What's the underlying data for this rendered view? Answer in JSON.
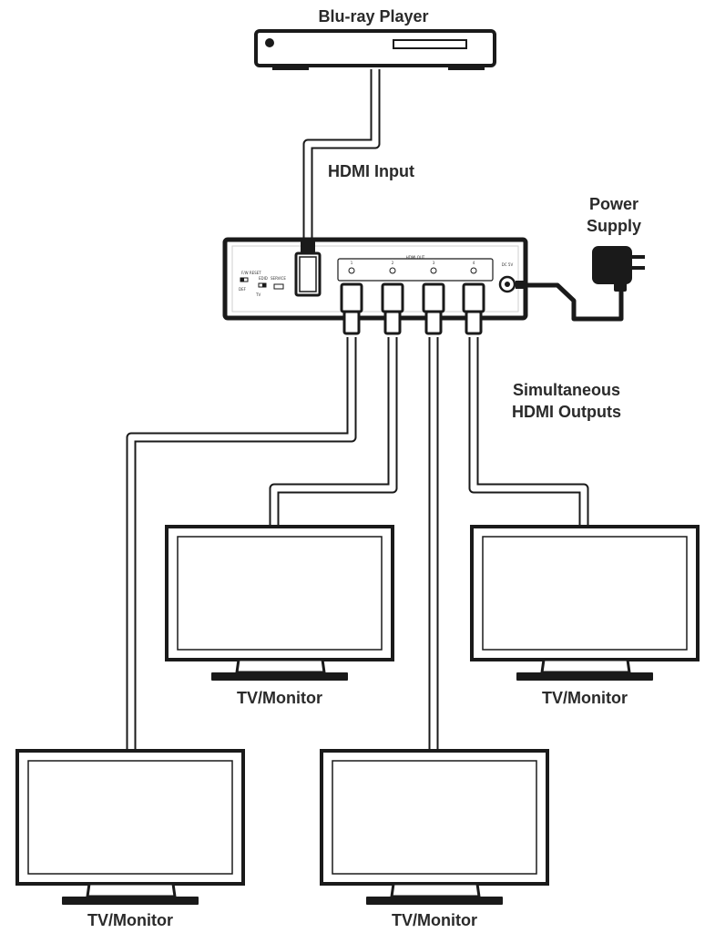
{
  "labels": {
    "source": "Blu-ray Player",
    "input": "HDMI Input",
    "power_line1": "Power",
    "power_line2": "Supply",
    "outputs_line1": "Simultaneous",
    "outputs_line2": "HDMI Outputs",
    "tv1": "TV/Monitor",
    "tv2": "TV/Monitor",
    "tv3": "TV/Monitor",
    "tv4": "TV/Monitor"
  },
  "splitter": {
    "hdmi_out": "HDMI OUT",
    "ports": [
      "1",
      "2",
      "3",
      "4"
    ],
    "dc": "DC 5V",
    "fw_reset": "F/W RESET",
    "edid": "EDID",
    "service": "SERVICE",
    "mode_a": "DEF",
    "mode_b": "TV"
  },
  "colors": {
    "outline": "#1a1a1a",
    "device_fill": "#ffffff",
    "device_border": "#e0e0e0",
    "cable_fill": "#ffffff"
  }
}
